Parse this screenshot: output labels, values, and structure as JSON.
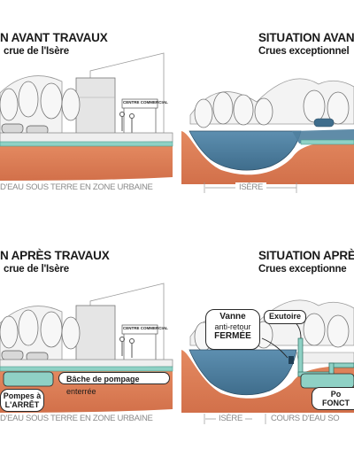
{
  "panels": {
    "top_left": {
      "title": "N AVANT TRAVAUX",
      "subtitle": "crue de l'Isère",
      "band": "D'EAU SOUS TERRE EN ZONE URBAINE",
      "sign": "CENTRE COMMERCIAL"
    },
    "top_right": {
      "title": "SITUATION AVANT",
      "subtitle": "Crues exceptionnel",
      "band": "ISÈRE"
    },
    "bottom_left": {
      "title": "N APRÈS TRAVAUX",
      "subtitle": "crue de l'Isère",
      "band": "D'EAU SOUS TERRE EN ZONE URBAINE",
      "sign": "CENTRE COMMERCIAL",
      "bache_bold": "Bâche de pompage",
      "bache_rest": "enterrée",
      "pompes_line1": "Pompes à",
      "pompes_line2": "L'ARRÊT"
    },
    "bottom_right": {
      "title": "SITUATION APRÈS",
      "subtitle": "Crues exceptionne",
      "band_left": "ISÈRE",
      "band_right": "COURS D'EAU SO",
      "vanne_title": "Vanne",
      "vanne_sub": "anti-retour",
      "vanne_state": "FERMÉE",
      "exutoire": "Exutoire",
      "pompes_line1": "Po",
      "pompes_line2": "FONCT"
    }
  },
  "colors": {
    "soil": "#de7e55",
    "soil_dark": "#c9683f",
    "water": "#4f7f9e",
    "pipe": "#8fd1c5",
    "line": "#555555"
  }
}
